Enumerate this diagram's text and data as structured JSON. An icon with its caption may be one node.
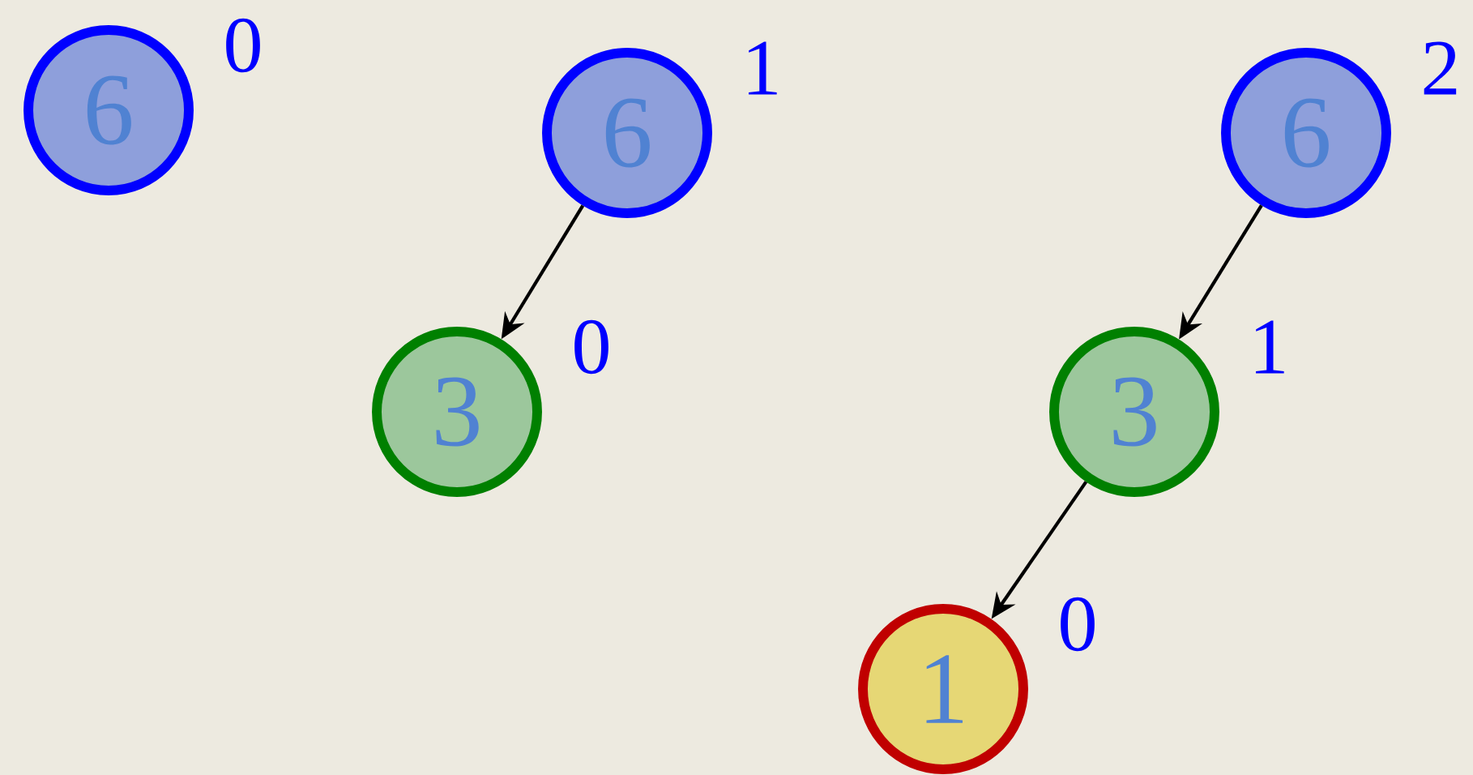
{
  "diagram": {
    "nodes": [
      {
        "text": [
          "6"
        ],
        "beside": [
          "0"
        ]
      },
      {
        "text": [
          "6"
        ],
        "beside": [
          "1"
        ]
      },
      {
        "text": [
          "3"
        ],
        "beside": [
          "0"
        ]
      },
      {
        "text": [
          "6"
        ],
        "beside": [
          "2"
        ]
      },
      {
        "text": [
          "3"
        ],
        "beside": [
          "1"
        ]
      },
      {
        "text": [
          "1"
        ],
        "beside": [
          "0"
        ]
      }
    ],
    "edges": [
      {
        "from": 1,
        "to": 2,
        "arrow": "to"
      },
      {
        "from": 3,
        "to": 4,
        "arrow": "to"
      },
      {
        "from": 4,
        "to": 5,
        "arrow": "to"
      }
    ]
  }
}
